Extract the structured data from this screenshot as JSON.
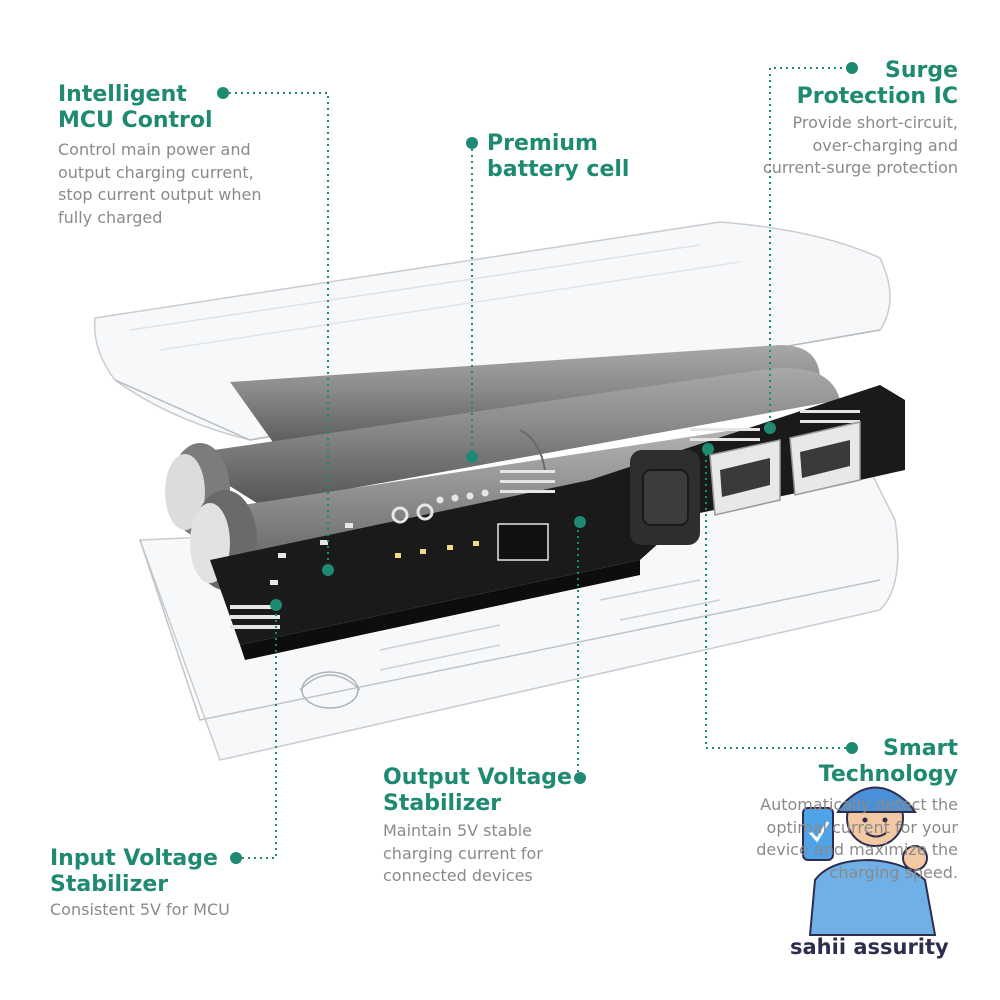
{
  "callouts": {
    "mcu": {
      "title": "Intelligent\nMCU Control",
      "desc": "Control main power and\noutput charging current,\nstop current output when\nfully charged"
    },
    "battery": {
      "title": "Premium\nbattery cell"
    },
    "surge": {
      "title": "Surge\nProtection IC",
      "desc": "Provide short-circuit,\nover-charging and\ncurrent-surge protection"
    },
    "smart": {
      "title": "Smart\nTechnology",
      "desc": "Automatically detect the\noptimal current for your\ndevice and maximize the\ncharging speed."
    },
    "output": {
      "title": "Output Voltage\nStabilizer",
      "desc": "Maintain 5V stable\ncharging current for\nconnected devices"
    },
    "input": {
      "title": "Input Voltage\nStabilizer",
      "desc": "Consistent 5V for MCU"
    }
  },
  "watermark": {
    "text": "sahii assurity"
  },
  "colors": {
    "accent": "#1f8a72",
    "text_gray": "#8a8a8a",
    "pcb": "#1a1a1a",
    "battery": "#8a8a8a"
  }
}
